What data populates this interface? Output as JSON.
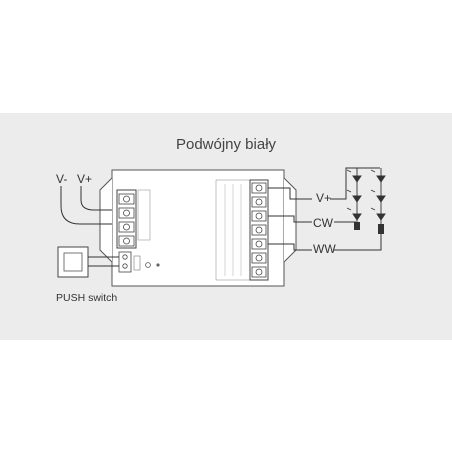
{
  "title": "Podwójny biały",
  "input": {
    "v_minus": "V-",
    "v_plus": "V+"
  },
  "switch": {
    "label": "PUSH switch"
  },
  "outputs": {
    "v_plus": "V+",
    "cw": "CW",
    "ww": "WW"
  },
  "colors": {
    "panel": "#ececec",
    "line": "#333333",
    "device": "#ffffff",
    "device_border": "#555555"
  }
}
